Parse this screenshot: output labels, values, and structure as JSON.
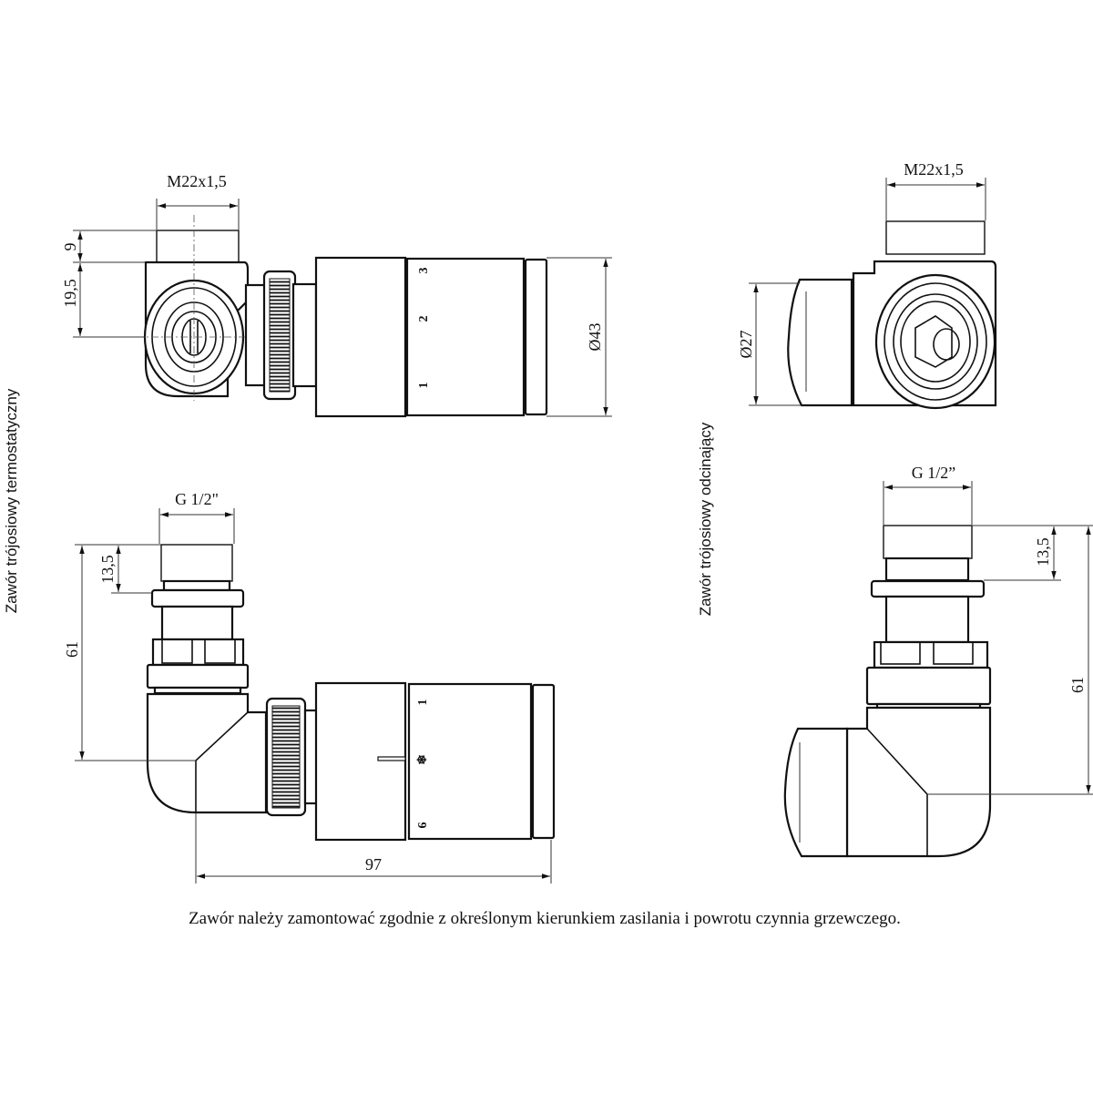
{
  "labels": {
    "left_title": "Zawór trójosiowy termostatyczny",
    "right_title": "Zawór trójosiowy odcinający",
    "caption": "Zawór należy zamontować zgodnie z określonym kierunkiem zasilania i powrotu czynnia grzewczego."
  },
  "thermostatic_top": {
    "thread": "M22x1,5",
    "dim_thread_height": "9",
    "dim_axis_height": "19,5",
    "dim_diameter": "Ø43",
    "scale_marks": [
      "3",
      "2",
      "1"
    ]
  },
  "thermostatic_bottom": {
    "thread": "G 1/2\"",
    "dim_thread_height": "13,5",
    "dim_total_height": "61",
    "dim_length": "97",
    "scale_marks": [
      "1",
      "❄",
      "6"
    ]
  },
  "shutoff_top": {
    "thread": "M22x1,5",
    "dim_diameter": "Ø27"
  },
  "shutoff_bottom": {
    "thread": "G 1/2”",
    "dim_thread_height": "13,5",
    "dim_total_height": "61"
  }
}
